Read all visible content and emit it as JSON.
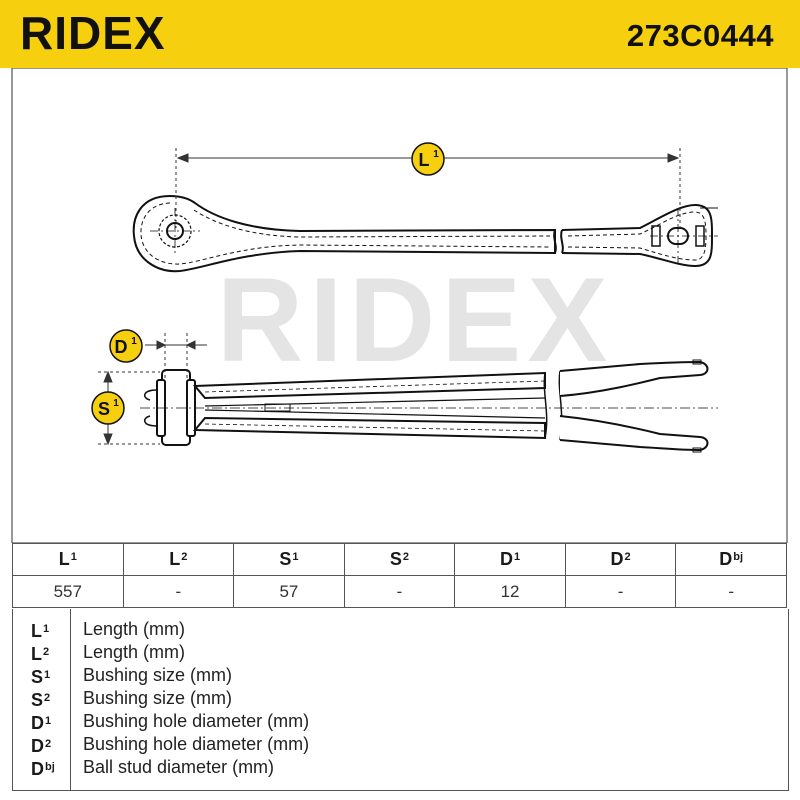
{
  "header": {
    "brand": "RIDEX",
    "part_number": "273C0444"
  },
  "drawing": {
    "watermark": "RIDEX",
    "labels": {
      "L1": {
        "base": "L",
        "sup": "1"
      },
      "D1": {
        "base": "D",
        "sup": "1"
      },
      "S1": {
        "base": "S",
        "sup": "1"
      }
    }
  },
  "spec_table": {
    "headers": [
      {
        "base": "L",
        "sup": "1"
      },
      {
        "base": "L",
        "sup": "2"
      },
      {
        "base": "S",
        "sup": "1"
      },
      {
        "base": "S",
        "sup": "2"
      },
      {
        "base": "D",
        "sup": "1"
      },
      {
        "base": "D",
        "sup": "2"
      },
      {
        "base": "D",
        "sup": "bj"
      }
    ],
    "values": [
      "557",
      "-",
      "57",
      "-",
      "12",
      "-",
      "-"
    ]
  },
  "legend": [
    {
      "base": "L",
      "sup": "1",
      "desc": "Length (mm)"
    },
    {
      "base": "L",
      "sup": "2",
      "desc": "Length (mm)"
    },
    {
      "base": "S",
      "sup": "1",
      "desc": "Bushing size (mm)"
    },
    {
      "base": "S",
      "sup": "2",
      "desc": "Bushing size (mm)"
    },
    {
      "base": "D",
      "sup": "1",
      "desc": "Bushing hole diameter (mm)"
    },
    {
      "base": "D",
      "sup": "2",
      "desc": "Bushing hole diameter (mm)"
    },
    {
      "base": "D",
      "sup": "bj",
      "desc": "Ball stud diameter (mm)"
    }
  ],
  "colors": {
    "accent": "#f6cf0e",
    "ink": "#1a1a1a",
    "watermark": "#e4e4e4"
  }
}
